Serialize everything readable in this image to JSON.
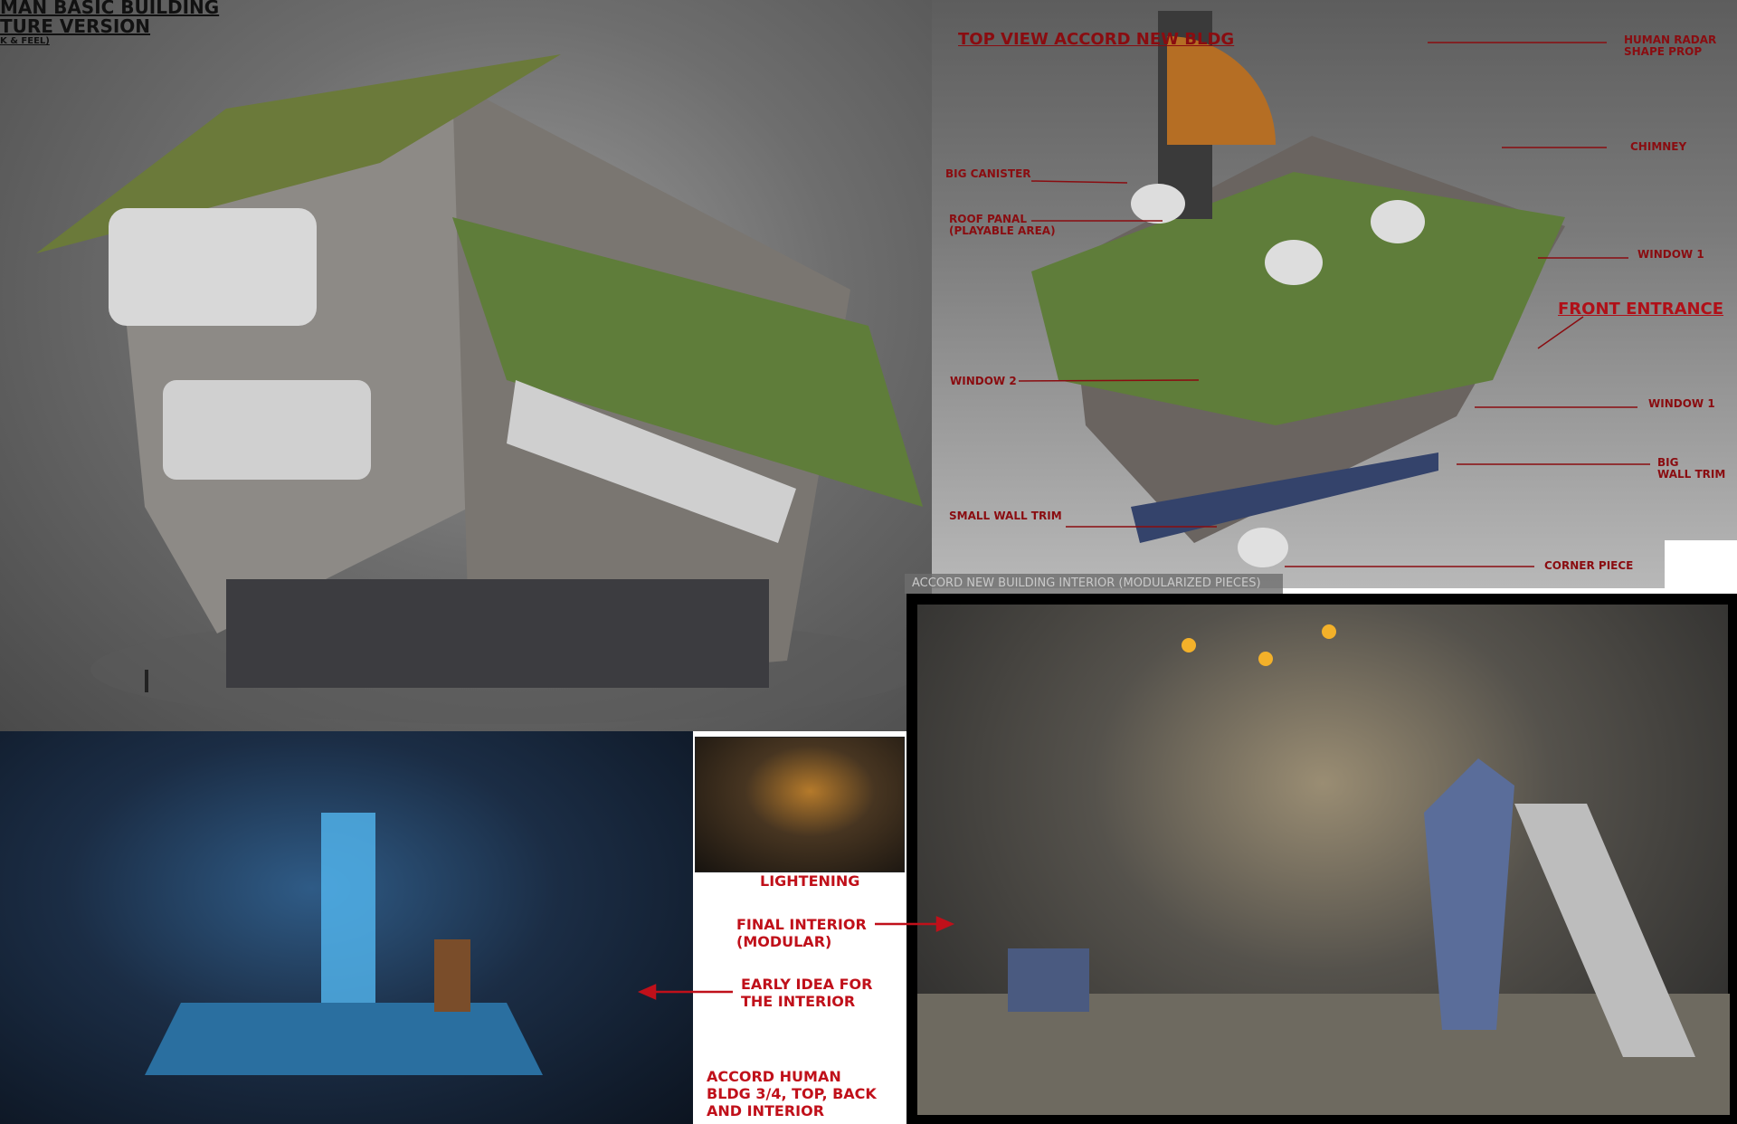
{
  "main_sheet": {
    "title_line1": "MAN BASIC BUILDING",
    "title_line2": "TURE VERSION",
    "title_line3": "K & FEEL)"
  },
  "top_view": {
    "title": "TOP VIEW ACCORD NEW BLDG",
    "labels": {
      "big_canister": "BIG CANISTER",
      "roof_panal_1": "ROOF PANAL",
      "roof_panal_2": "(PLAYABLE AREA)",
      "window_2": "WINDOW 2",
      "small_wall_trim": "SMALL WALL TRIM",
      "radar_1": "HUMAN RADAR",
      "radar_2": "SHAPE PROP",
      "chimney": "CHIMNEY",
      "window_1a": "WINDOW 1",
      "front_entrance": "FRONT ENTRANCE",
      "window_1b": "WINDOW 1",
      "big_wall_trim_1": "BIG",
      "big_wall_trim_2": "WALL TRIM",
      "corner_piece": "CORNER PIECE"
    }
  },
  "interior": {
    "caption": "ACCORD NEW BUILDING INTERIOR (MODULARIZED PIECES)"
  },
  "notes": {
    "lightening": "LIGHTENING",
    "final_1": "FINAL INTERIOR",
    "final_2": "(MODULAR)",
    "early_1": "EARLY IDEA FOR",
    "early_2": "THE INTERIOR",
    "accord_1": "ACCORD HUMAN",
    "accord_2": "BLDG 3/4, TOP, BACK",
    "accord_3": "AND INTERIOR"
  },
  "colors": {
    "label_red": "#8a0c10",
    "note_red": "#c0101a",
    "roof_green": "#5f7d3a"
  }
}
